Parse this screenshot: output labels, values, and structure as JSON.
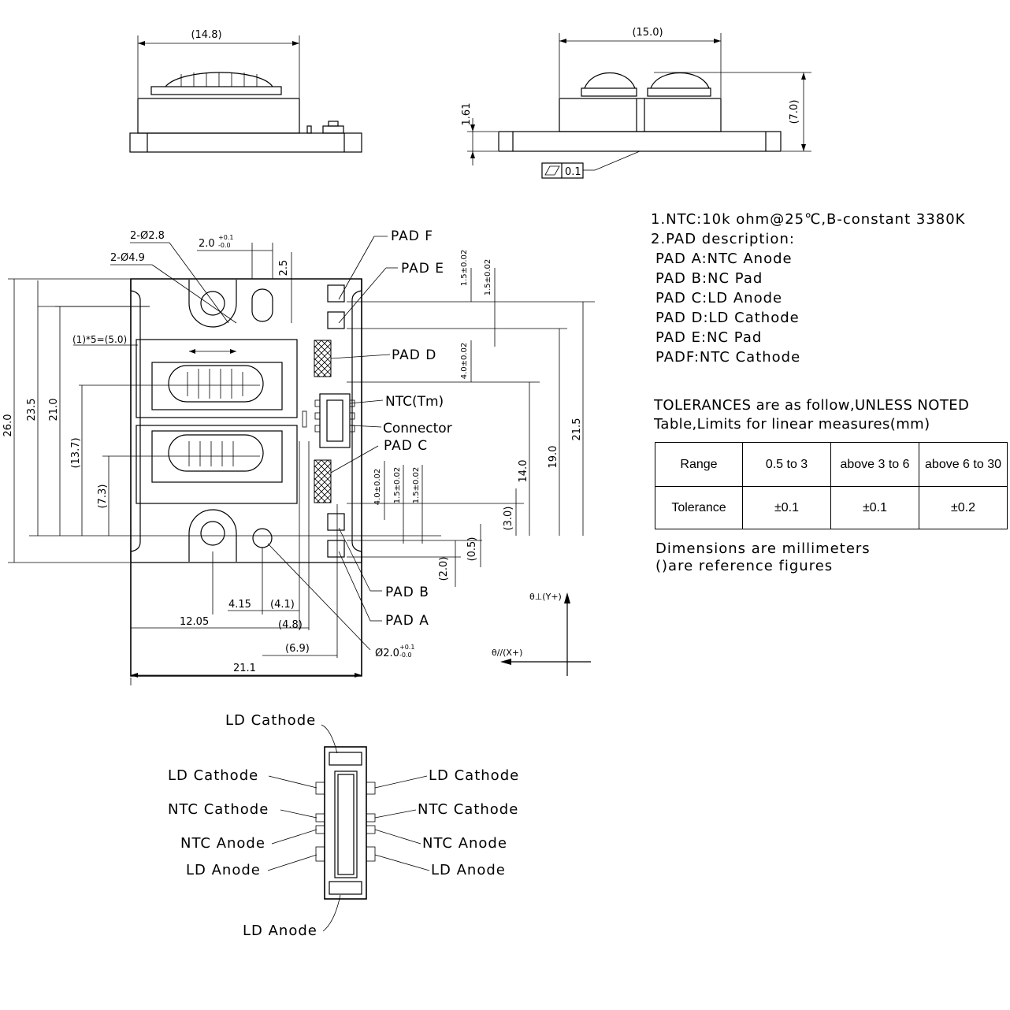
{
  "top_views": {
    "left_width": "(14.8)",
    "right_width": "(15.0)",
    "height_1_61": "1.61",
    "height_7_0": "(7.0)",
    "flatness_value": "0.1",
    "flatness_icon": "flatness-symbol-icon"
  },
  "main_view": {
    "dims": {
      "hole_small": "2-Ø2.8",
      "hole_large": "2-Ø4.9",
      "slot_width": "2.0",
      "slot_tol_upper": "+0.1",
      "slot_tol_lower": "-0.0",
      "slot_height": "2.5",
      "pitch": "(1)*5=(5.0)",
      "pad_tol_1": "1.5±0.02",
      "pad_tol_2": "1.5±0.02",
      "pad_d_tol": "4.0±0.02",
      "pad_c_tol_1": "4.0±0.02",
      "pad_c_tol_2": "1.5±0.02",
      "pad_c_tol_3": "1.5±0.02",
      "h_26_0": "26.0",
      "h_23_5": "23.5",
      "h_21_0": "21.0",
      "h_13_7": "(13.7)",
      "h_7_3": "(7.3)",
      "h_14_0": "14.0",
      "h_19_0": "19.0",
      "h_21_5": "21.5",
      "h_3_0": "(3.0)",
      "h_0_5": "(0.5)",
      "h_2_0": "(2.0)",
      "w_4_15": "4.15",
      "w_4_1": "(4.1)",
      "w_12_05": "12.05",
      "w_4_8": "(4.8)",
      "w_6_9": "(6.9)",
      "w_21_1": "21.1",
      "hole_pin": "Ø2.0",
      "hole_pin_tol_upper": "+0.1",
      "hole_pin_tol_lower": "-0.0"
    },
    "labels": {
      "pad_f": "PAD F",
      "pad_e": "PAD E",
      "pad_d": "PAD D",
      "ntc": "NTC(Tm)",
      "connector": "Connector",
      "pad_c": "PAD C",
      "pad_b": "PAD B",
      "pad_a": "PAD A"
    },
    "axes": {
      "y_axis": "θ⊥(Y+)",
      "x_axis": "θ//(X+)"
    }
  },
  "notes": {
    "line1": "1.NTC:10k ohm@25℃,B-constant 3380K",
    "line2": "2.PAD description:",
    "pads": [
      "PAD A:NTC Anode",
      "PAD B:NC Pad",
      "PAD C:LD Anode",
      "PAD D:LD Cathode",
      "PAD E:NC Pad",
      "PADF:NTC Cathode"
    ]
  },
  "tolerances": {
    "line1": "TOLERANCES are as follow,UNLESS NOTED",
    "line2": "Table,Limits for linear measures(mm)",
    "header": [
      "Range",
      "0.5 to 3",
      "above 3 to 6",
      "above 6 to 30"
    ],
    "row": [
      "Tolerance",
      "±0.1",
      "±0.1",
      "±0.2"
    ]
  },
  "units_note": {
    "line1": "Dimensions are millimeters",
    "line2": "()are reference figures"
  },
  "connector_view": {
    "top": "LD Cathode",
    "left": [
      "LD Cathode",
      "NTC Cathode",
      "NTC Anode",
      "LD Anode"
    ],
    "right": [
      "LD Cathode",
      "NTC Cathode",
      "NTC Anode",
      "LD Anode"
    ],
    "bottom": "LD Anode"
  }
}
